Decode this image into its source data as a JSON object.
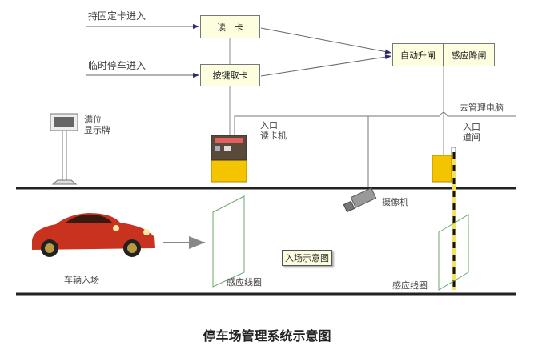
{
  "title": "停车场管理系统示意图",
  "inputs": {
    "fixed_card": "持固定卡进入",
    "temp_parking": "临时停车进入"
  },
  "boxes": {
    "read_card": "读　卡",
    "press_key_card": "按键取卡",
    "auto_raise": "自动升闸",
    "sense_lower": "感应降闸"
  },
  "labels": {
    "to_pc": "去管理电脑",
    "full_sign_line1": "满位",
    "full_sign_line2": "显示牌",
    "reader_line1": "入口",
    "reader_line2": "读卡机",
    "gate_line1": "入口",
    "gate_line2": "道闸",
    "camera": "摄像机",
    "vehicle_entry": "车辆入场",
    "coil1": "感应线圈",
    "coil2": "感应线圈",
    "entry_diagram": "入场示意图"
  },
  "colors": {
    "yellow": "#f5c400",
    "box_fill": "#fdfde0",
    "coil": "#6aa86a",
    "arrow": "#2a2a6a"
  }
}
